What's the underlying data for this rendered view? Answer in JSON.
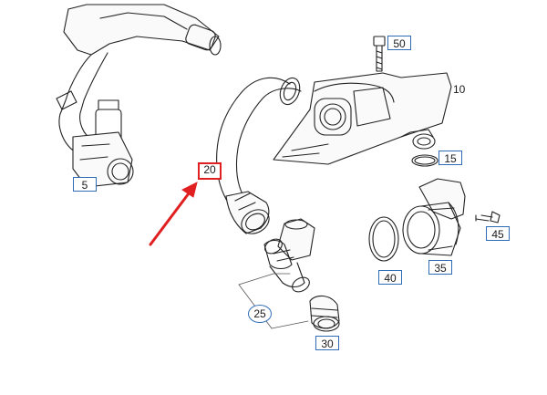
{
  "callouts": {
    "c5": "5",
    "c10": "10",
    "c15": "15",
    "c20": "20",
    "c25": "25",
    "c30": "30",
    "c35": "35",
    "c40": "40",
    "c45": "45",
    "c50": "50"
  },
  "colors": {
    "line": "#222222",
    "callout_border": "#2e6db5",
    "highlight": "#e02020"
  }
}
